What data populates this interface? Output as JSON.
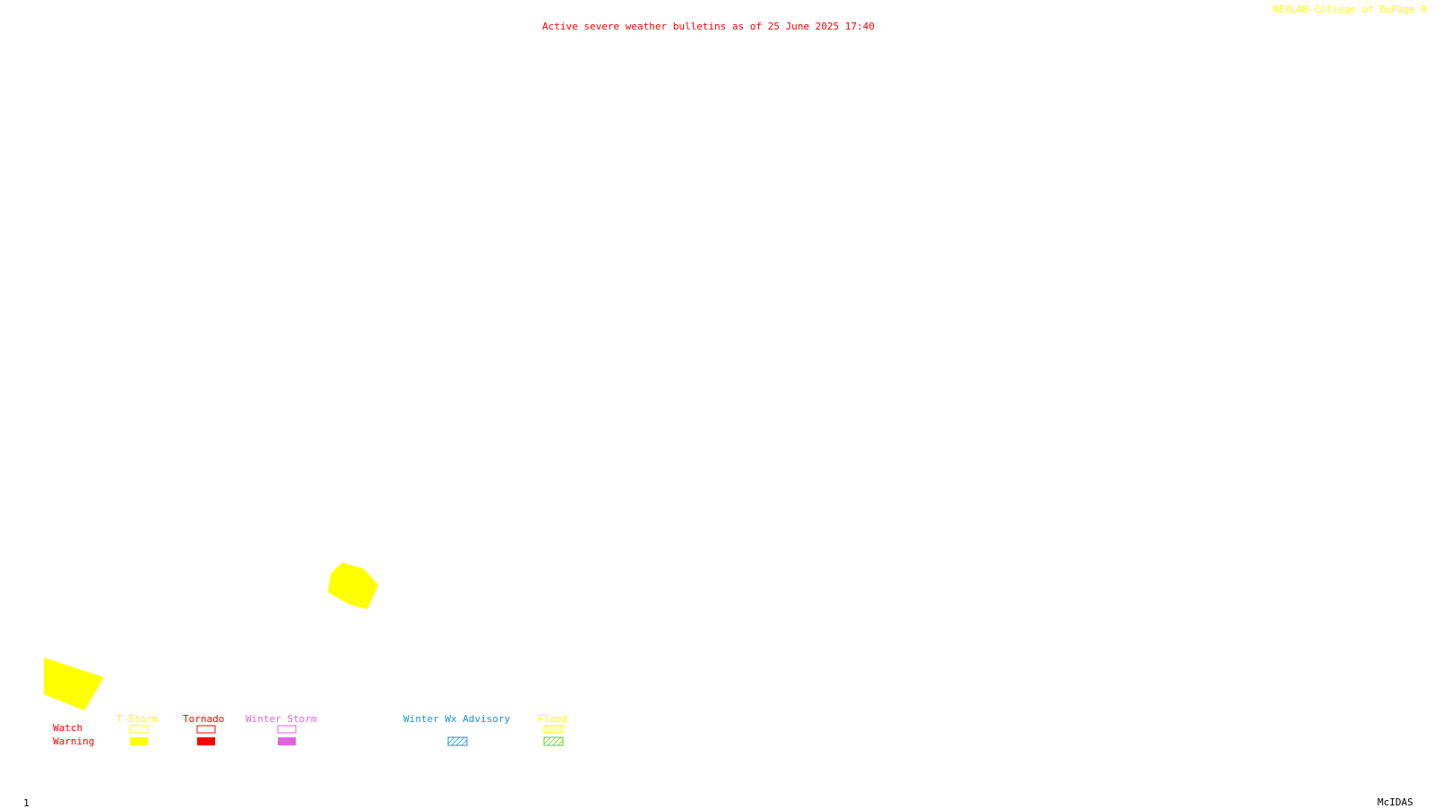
{
  "header": {
    "title": "Active severe weather bulletins as of 25 June 2025 17:40",
    "credit": "NEXLAB-College of DuPage R"
  },
  "legend": {
    "row_labels": {
      "watch": "Watch",
      "warning": "Warning"
    },
    "categories": [
      {
        "label": "T-Storm",
        "color": "#ffff00",
        "watch_style": "outline",
        "warning_style": "filled"
      },
      {
        "label": "Tornado",
        "color": "#ff0000",
        "watch_style": "outline",
        "warning_style": "filled"
      },
      {
        "label": "Winter Storm",
        "color": "#dd66dd",
        "watch_style": "outline",
        "warning_style": "filled"
      },
      {
        "label": "Winter Wx Advisory",
        "color": "#1e90dd",
        "warning_style": "hatched"
      },
      {
        "label": "Flood",
        "color": "#ffff00",
        "watch_style": "hatched",
        "warning_style": "hatched-green",
        "warning_color": "#66cc22"
      }
    ]
  },
  "alerts": [
    {
      "type": "T-Storm warning",
      "color": "#ffff00"
    },
    {
      "type": "T-Storm warning",
      "color": "#ffff00"
    }
  ],
  "footer": {
    "frame_number": "1",
    "software": "McIDAS"
  },
  "colors": {
    "background": "#ffffff",
    "title": "#ff0000",
    "credit": "#ffff00"
  }
}
